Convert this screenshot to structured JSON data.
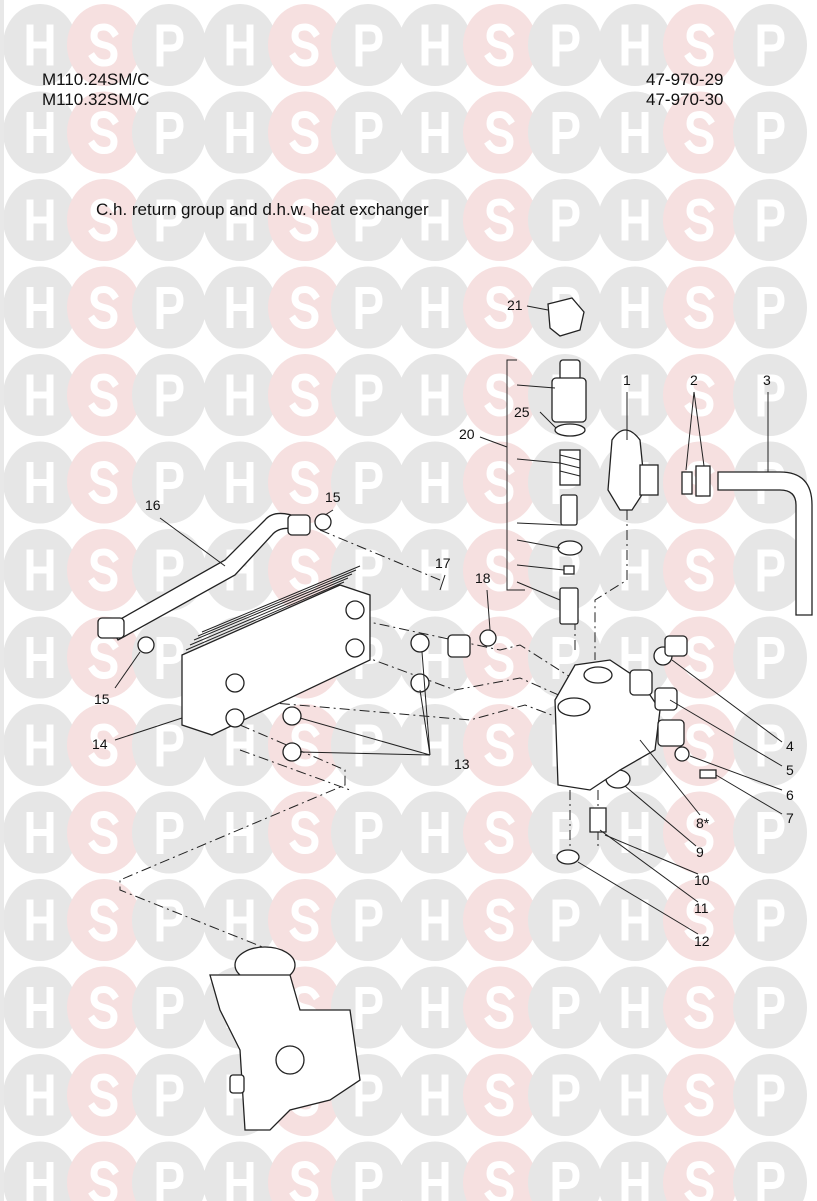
{
  "header": {
    "models": [
      "M110.24SM/C",
      "M110.32SM/C"
    ],
    "part_codes": [
      "47-970-29",
      "47-970-30"
    ],
    "title": "C.h. return group and d.h.w. heat exchanger"
  },
  "watermark": {
    "letters": [
      "H",
      "S",
      "P"
    ],
    "colors": {
      "grey": "#e6e6e6",
      "pink": "#f6e0e0",
      "text": "#ffffff"
    }
  },
  "callouts": {
    "c21": "21",
    "c1": "1",
    "c2": "2",
    "c3": "3",
    "c25": "25",
    "c20": "20",
    "c15a": "15",
    "c16": "16",
    "c17": "17",
    "c18": "18",
    "c15b": "15",
    "c14": "14",
    "c13": "13",
    "c4": "4",
    "c5": "5",
    "c6": "6",
    "c7": "7",
    "c8": "8*",
    "c9": "9",
    "c10": "10",
    "c11": "11",
    "c12": "12"
  }
}
